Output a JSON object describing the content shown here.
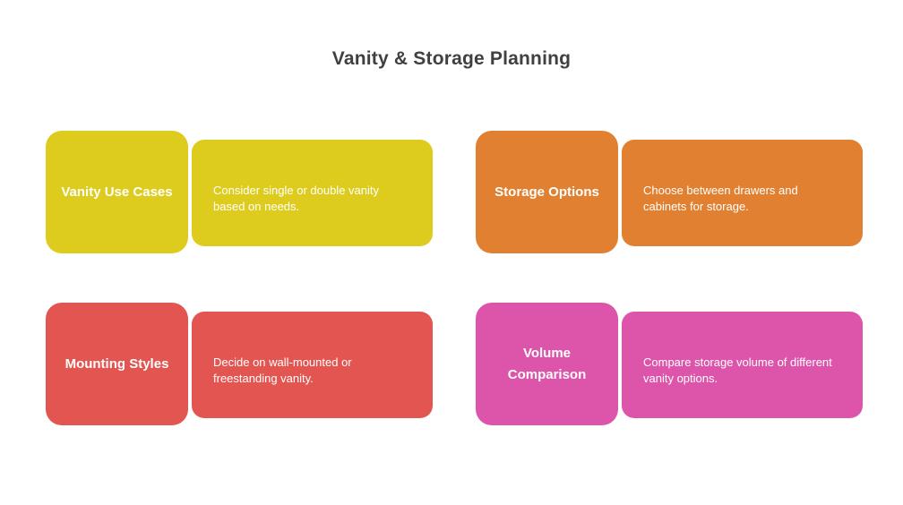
{
  "page": {
    "title": "Vanity & Storage Planning",
    "title_color": "#404040",
    "background_color": "#ffffff"
  },
  "cards": [
    {
      "label": "Vanity Use Cases",
      "description": "Consider single or double vanity based on needs.",
      "color": "#DDCC1E",
      "text_color": "#ffffff",
      "position": "top-left"
    },
    {
      "label": "Storage Options",
      "description": "Choose between drawers and cabinets for storage.",
      "color": "#E08030",
      "text_color": "#ffffff",
      "position": "top-right"
    },
    {
      "label": "Mounting Styles",
      "description": "Decide on wall-mounted or freestanding vanity.",
      "color": "#E25551",
      "text_color": "#ffffff",
      "position": "bottom-left"
    },
    {
      "label": "Volume Comparison",
      "description": "Compare storage volume of different vanity options.",
      "color": "#DD55AA",
      "text_color": "#ffffff",
      "position": "bottom-right"
    }
  ]
}
